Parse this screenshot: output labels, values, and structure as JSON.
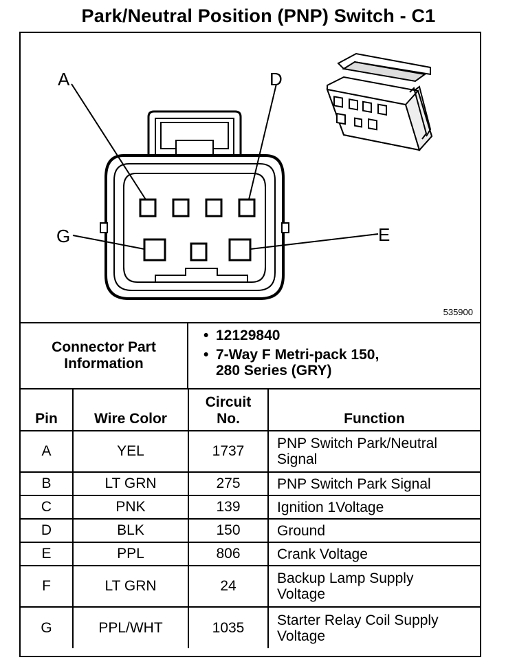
{
  "title": "Park/Neutral Position (PNP) Switch - C1",
  "diagram": {
    "pin_labels": [
      "A",
      "D",
      "G",
      "E"
    ],
    "reference_number": "535900"
  },
  "connector_info": {
    "label_line1": "Connector Part",
    "label_line2": "Information",
    "items": [
      "12129840",
      "7-Way F Metri-pack 150,",
      "280 Series (GRY)"
    ]
  },
  "table": {
    "headers": {
      "pin": "Pin",
      "wire_color": "Wire Color",
      "circuit_line1": "Circuit",
      "circuit_line2": "No.",
      "function": "Function"
    },
    "rows": [
      {
        "pin": "A",
        "wire_color": "YEL",
        "circuit": "1737",
        "function_line1": "PNP Switch Park/Neutral",
        "function_line2": "Signal"
      },
      {
        "pin": "B",
        "wire_color": "LT GRN",
        "circuit": "275",
        "function_line1": "PNP Switch Park Signal",
        "function_line2": ""
      },
      {
        "pin": "C",
        "wire_color": "PNK",
        "circuit": "139",
        "function_line1": "Ignition 1Voltage",
        "function_line2": ""
      },
      {
        "pin": "D",
        "wire_color": "BLK",
        "circuit": "150",
        "function_line1": "Ground",
        "function_line2": ""
      },
      {
        "pin": "E",
        "wire_color": "PPL",
        "circuit": "806",
        "function_line1": "Crank Voltage",
        "function_line2": ""
      },
      {
        "pin": "F",
        "wire_color": "LT GRN",
        "circuit": "24",
        "function_line1": "Backup Lamp Supply",
        "function_line2": "Voltage"
      },
      {
        "pin": "G",
        "wire_color": "PPL/WHT",
        "circuit": "1035",
        "function_line1": "Starter Relay Coil Supply",
        "function_line2": "Voltage"
      }
    ]
  }
}
